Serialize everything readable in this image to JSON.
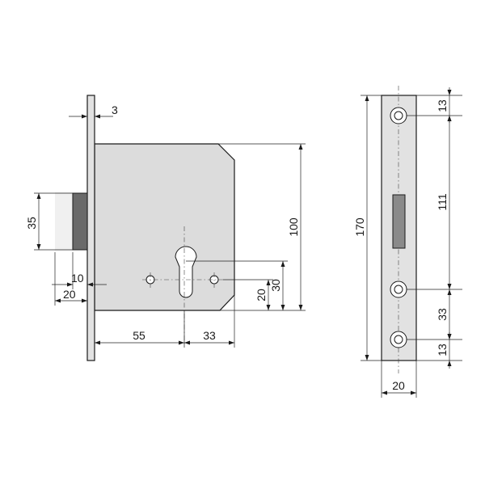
{
  "drawing": {
    "background": "#ffffff",
    "line_color": "#1a1a1a",
    "body_color": "#dcdcdc",
    "bolt_color": "#6a6a6a"
  },
  "dimensions": {
    "faceplate_thickness": "3",
    "bolt_height": "35",
    "bolt_throw_10": "10",
    "bolt_throw_20": "20",
    "backset": "55",
    "cylinder_to_edge": "33",
    "cylinder_height_20": "20",
    "cylinder_height_30": "30",
    "case_height": "100",
    "plate_length": "170",
    "screw_offset_top": "13",
    "screw_spacing": "111",
    "screw_spacing_lower": "33",
    "screw_offset_bottom": "13",
    "plate_width": "20"
  }
}
